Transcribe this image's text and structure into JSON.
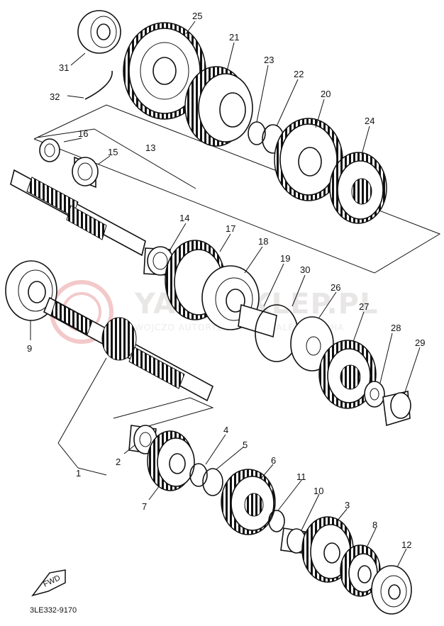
{
  "callouts": {
    "c1": "1",
    "c2": "2",
    "c3": "3",
    "c4": "4",
    "c5": "5",
    "c6": "6",
    "c7": "7",
    "c8": "8",
    "c9": "9",
    "c10": "10",
    "c11": "11",
    "c12": "12",
    "c13": "13",
    "c14": "14",
    "c15": "15",
    "c16": "16",
    "c17": "17",
    "c18": "18",
    "c19": "19",
    "c20": "20",
    "c21": "21",
    "c22": "22",
    "c23": "23",
    "c24": "24",
    "c25": "25",
    "c26": "26",
    "c27": "27",
    "c28": "28",
    "c29": "29",
    "c30": "30",
    "c31": "31",
    "c32": "32"
  },
  "fwd_label": "FWD",
  "drawing_code": "3LE332-9170",
  "watermark": {
    "main": "YAMASKLEP.PL",
    "sub": "WOJCZO AUTORYZOWANY DEALER YAMAHA",
    "logo": "yamaha-tuning-fork-logo"
  }
}
